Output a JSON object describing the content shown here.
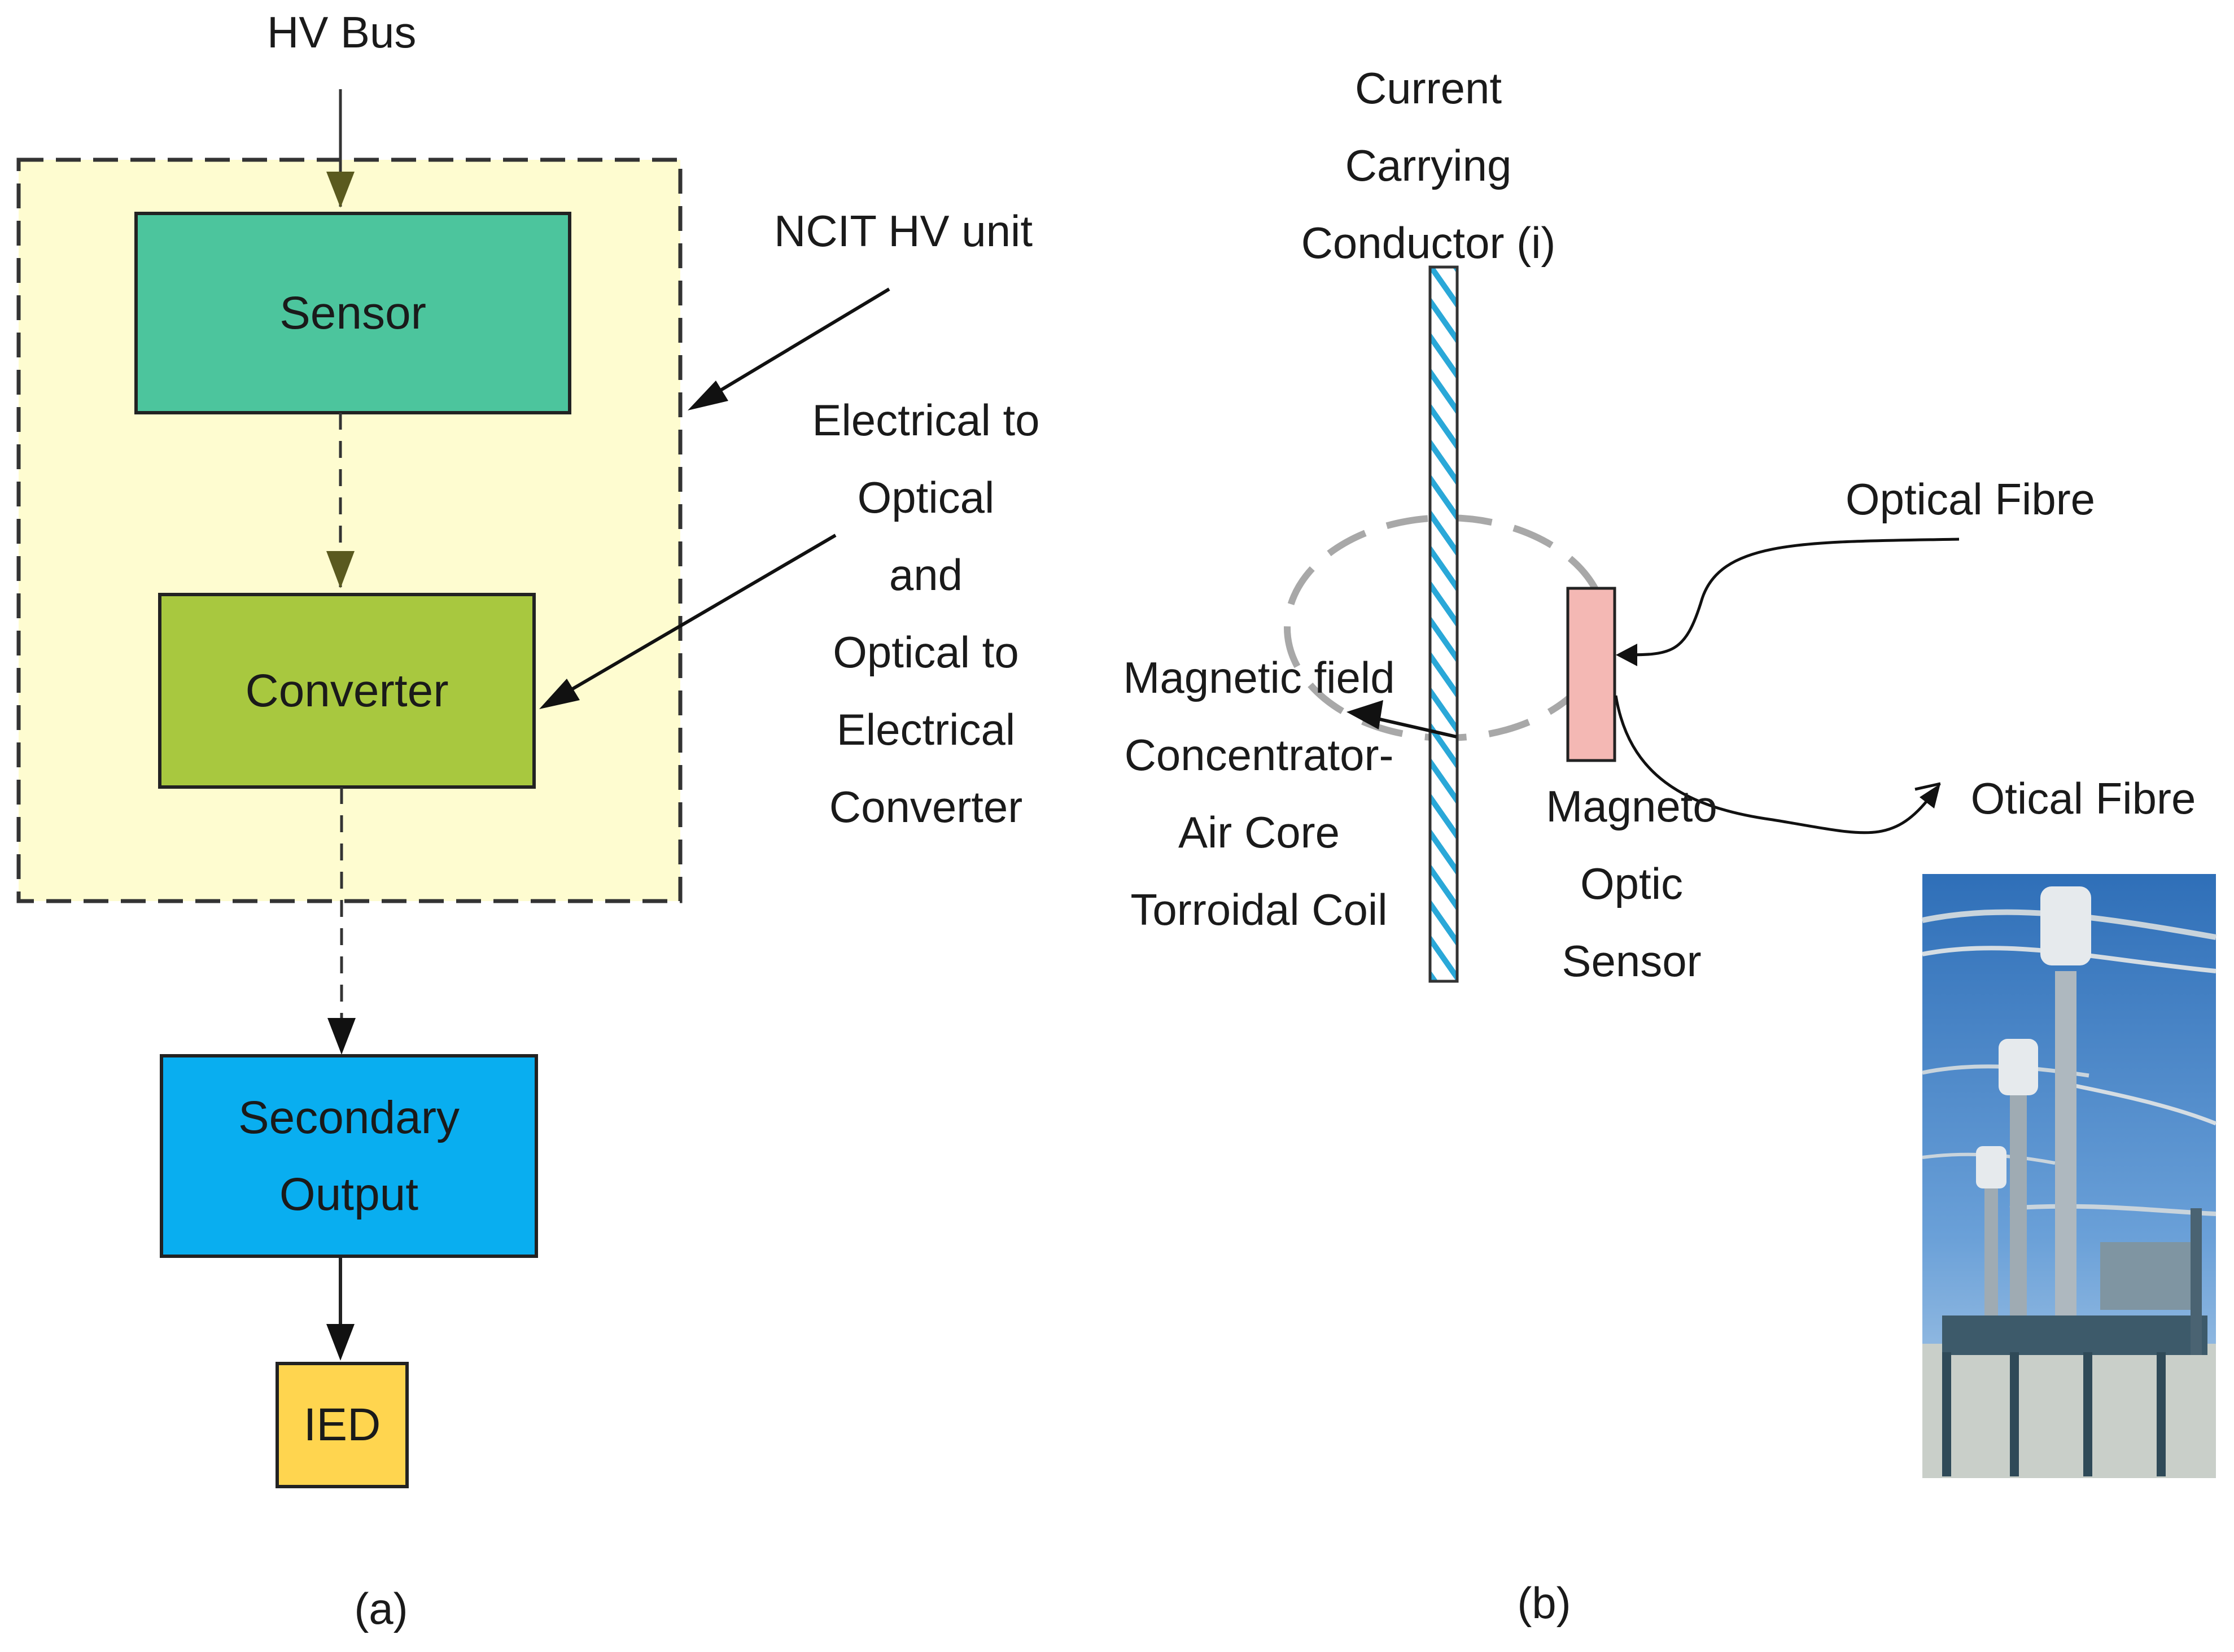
{
  "panel_a": {
    "input_label": "HV Bus",
    "hv_unit_label": "NCIT HV unit",
    "converter_note_lines": [
      "Electrical to",
      "Optical",
      "and",
      "Optical to",
      "Electrical",
      "Converter"
    ],
    "boxes": {
      "sensor": "Sensor",
      "converter": "Converter",
      "secondary_lines": [
        "Secondary",
        "Output"
      ],
      "ied": "IED"
    },
    "caption": "(a)"
  },
  "panel_b": {
    "conductor_lines": [
      "Current",
      "Carrying",
      "Conductor (i)"
    ],
    "optical_fibre_in": "Optical Fibre",
    "optical_fibre_out": "Otical Fibre",
    "concentrator_lines": [
      "Magnetic field",
      "Concentrator-",
      "Air Core",
      "Torroidal Coil"
    ],
    "mo_sensor_lines": [
      "Magneto",
      "Optic",
      "Sensor"
    ],
    "caption": "(b)"
  },
  "colors": {
    "hv_unit_fill": "#fefcd0",
    "sensor_box": "#4cc59d",
    "converter_box": "#a8c83f",
    "secondary_box": "#09aef0",
    "ied_box": "#ffd54f",
    "conductor_hatch": "#2aa8d8",
    "mo_sensor": "#f4b8b4",
    "arrow": "#4a4a1a"
  }
}
